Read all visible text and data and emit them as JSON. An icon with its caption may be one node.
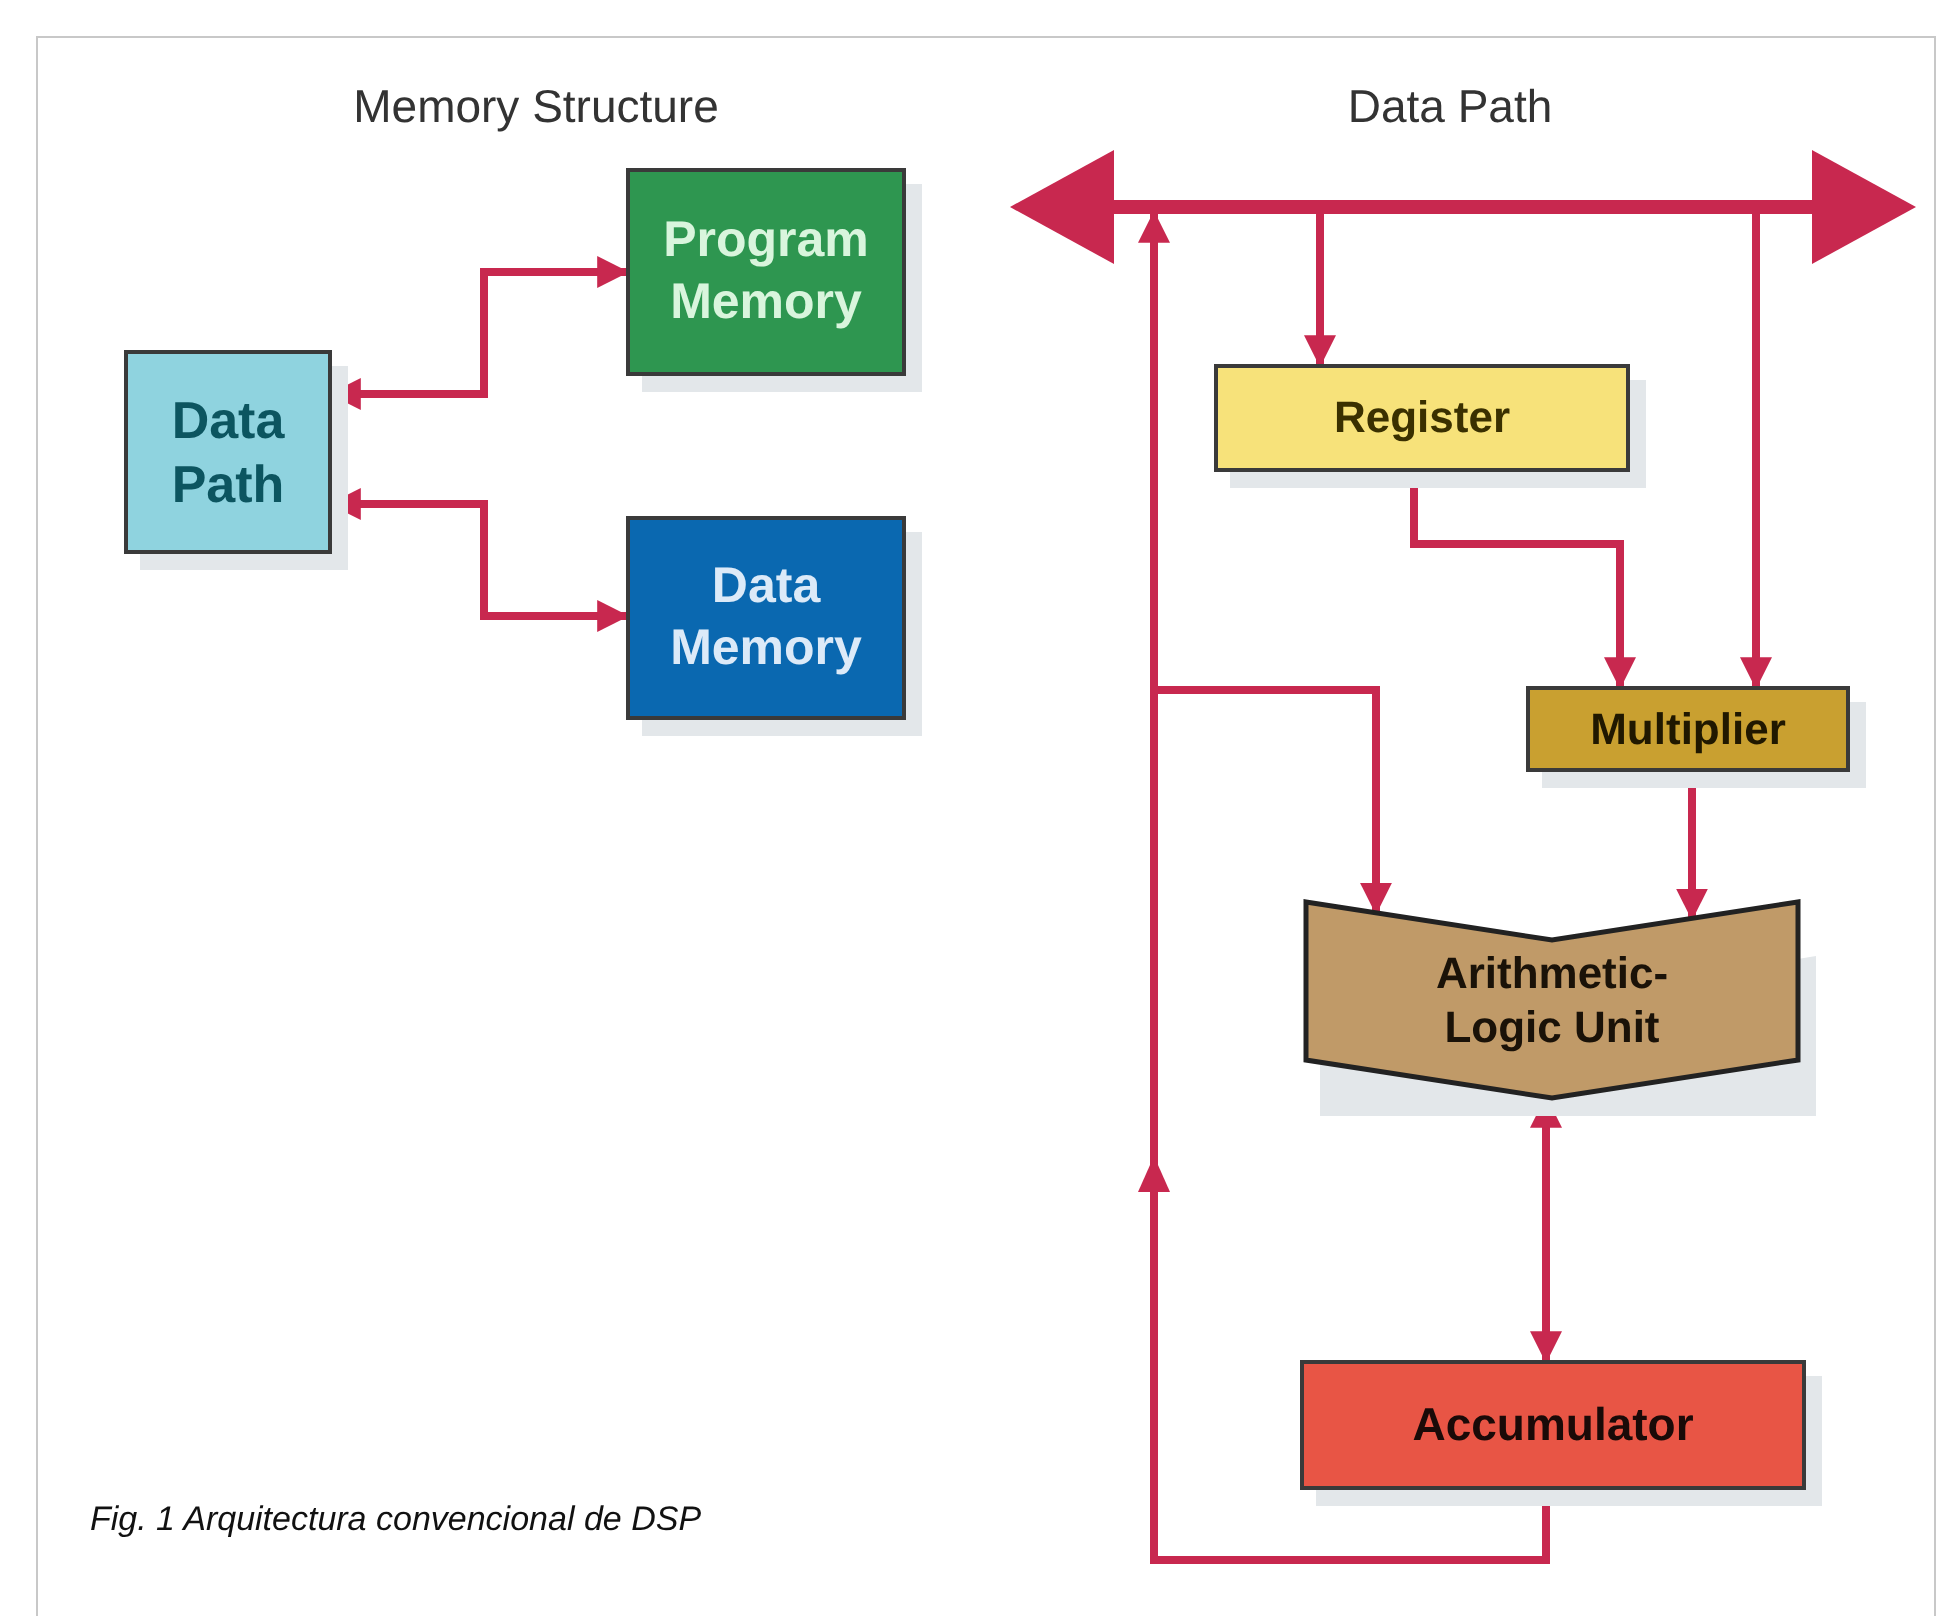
{
  "diagram": {
    "caption": "Fig. 1 Arquitectura convencional de DSP",
    "nodes": [
      {
        "text": [
          "Data Path"
        ]
      },
      {
        "text": [
          "Program Memory"
        ]
      },
      {
        "text": [
          "Data Memory"
        ]
      },
      {
        "text": [],
        "shape": "bar"
      },
      {
        "text": [
          "Register"
        ]
      },
      {
        "text": [
          "Multiplier"
        ]
      },
      {
        "text": [
          "Arithmetic- Logic Unit"
        ]
      },
      {
        "text": [
          "Accumulator"
        ]
      }
    ],
    "edges": [
      {
        "from": 0,
        "to": 1,
        "arrow": "both"
      },
      {
        "from": 0,
        "to": 2,
        "arrow": "both"
      },
      {
        "from": 3,
        "to": 4,
        "arrow": "to"
      },
      {
        "from": 3,
        "to": 5,
        "arrow": "to"
      },
      {
        "from": 4,
        "to": 5,
        "arrow": "to"
      },
      {
        "from": 5,
        "to": 6,
        "arrow": "to"
      },
      {
        "from": 6,
        "to": 7,
        "arrow": "both"
      },
      {
        "from": 7,
        "to": 3,
        "arrow": "to"
      },
      {
        "from": 7,
        "to": 6,
        "arrow": "to"
      }
    ],
    "labels": [
      "Memory Structure",
      "Data Path"
    ]
  }
}
